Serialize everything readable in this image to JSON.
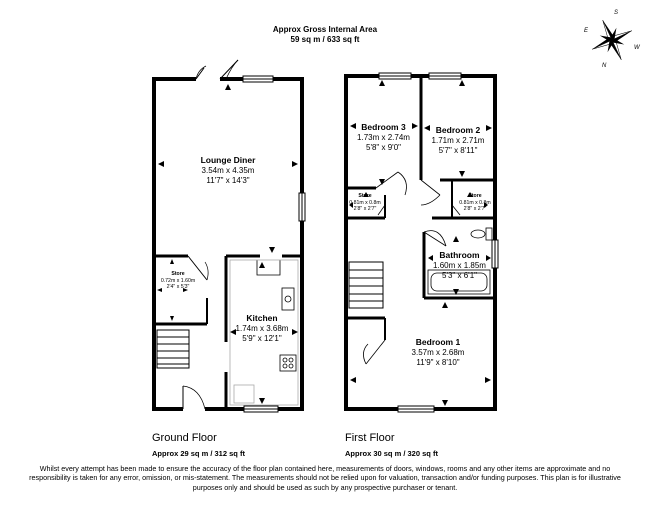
{
  "header": {
    "title": "Approx Gross Internal Area",
    "total": "59 sq m / 633 sq ft"
  },
  "compass": {
    "n": "N",
    "e": "E",
    "s": "S",
    "w": "W"
  },
  "ground_floor": {
    "label": "Ground Floor",
    "area": "Approx 29 sq m / 312 sq ft",
    "rooms": {
      "lounge": {
        "name": "Lounge Diner",
        "metric": "3.54m x 4.35m",
        "imperial": "11'7\" x 14'3\""
      },
      "kitchen": {
        "name": "Kitchen",
        "metric": "1.74m x 3.68m",
        "imperial": "5'9\" x 12'1\""
      },
      "store": {
        "name": "Store",
        "metric": "0.72m x 1.60m",
        "imperial": "2'4\" x 5'3\""
      }
    }
  },
  "first_floor": {
    "label": "First Floor",
    "area": "Approx 30 sq m / 320 sq ft",
    "rooms": {
      "bedroom3": {
        "name": "Bedroom 3",
        "metric": "1.73m x 2.74m",
        "imperial": "5'8\" x 9'0\""
      },
      "bedroom2": {
        "name": "Bedroom 2",
        "metric": "1.71m x 2.71m",
        "imperial": "5'7\" x 8'11\""
      },
      "store_left": {
        "name": "Store",
        "metric": "0.81m x 0.8m",
        "imperial": "2'8\" x 2'7\""
      },
      "store_right": {
        "name": "Store",
        "metric": "0.81m x 0.8m",
        "imperial": "2'8\" x 2'7\""
      },
      "bathroom": {
        "name": "Bathroom",
        "metric": "1.60m x 1.85m",
        "imperial": "5'3\" x 6'1\""
      },
      "bedroom1": {
        "name": "Bedroom 1",
        "metric": "3.57m x 2.68m",
        "imperial": "11'9\" x 8'10\""
      }
    }
  },
  "disclaimer": "Whilst every attempt has been made to ensure the accuracy of the floor plan contained here, measurements of doors, windows, rooms and any other items are approximate and no responsibility is taken for any error, omission, or mis-statement. The measurements should not be relied upon for valuation, transaction and/or funding purposes. This plan is for illustrative purposes only and should be used as such by any prospective purchaser or tenant."
}
